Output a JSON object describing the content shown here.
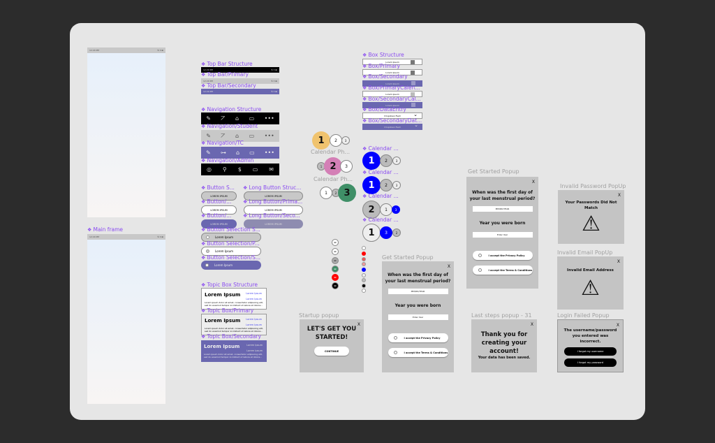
{
  "frames": {
    "status_time": "12:29 PM",
    "status_icons": "⇅ ▾ ▬",
    "main_frame_label": "Main frame"
  },
  "topbar": {
    "labels": [
      "Top Bar Structure",
      "Top Bar/Primary",
      "Top Bar/Secondary"
    ],
    "time": "12:29 PM",
    "icons": "⇅ ▾ ▬"
  },
  "navigation": {
    "labels": [
      "Navigation Structure",
      "Navigation/Student",
      "Navigation/TC",
      "Navigation/Admin"
    ],
    "student_icons": [
      "✎",
      "⦢",
      "⌂",
      "▭",
      "•••"
    ],
    "tc_icons": [
      "✎",
      "⊶",
      "⌂",
      "▭",
      "•••"
    ],
    "admin_icons": [
      "◎",
      "⚲",
      "$",
      "▭",
      "✉"
    ]
  },
  "buttons": {
    "labels": [
      "Button S...",
      "Button/...",
      "Button/..."
    ],
    "long_labels": [
      "Long Button Struc...",
      "Long Button/Prima...",
      "Long Button/Seco..."
    ],
    "text": "LOREM IPSUM"
  },
  "selection": {
    "labels": [
      "Button Selection S...",
      "Button Selection/P...",
      "Button Selection/S..."
    ],
    "text": "Lorem Ipsum"
  },
  "topic": {
    "labels": [
      "Topic Box Structure",
      "Topic Box/Primary",
      "Topic Box/Secondary"
    ],
    "title": "Lorem Ipsum",
    "link": "Lorem Ipsum",
    "body": "Lorem ipsum dolor sit amet, consectetur adipiscing elit, sed do eiusmod tempor incididunt ut labore et dolore..."
  },
  "calendar_phase": {
    "label": "Calendar Ph...",
    "n1": "1",
    "n2": "2",
    "n3": "3"
  },
  "boxes": {
    "labels": [
      "Box Structure",
      "Box/Primary",
      "Box/Secondary",
      "Box/PrimaryCalen...",
      "Box/SecondaryCal...",
      "Box/DataEntry",
      "Box/SecondaryDat..."
    ],
    "text": "Lorem Ipsum",
    "dropdown": "Dropdown Field",
    "chevron": "⌄"
  },
  "calendar": {
    "label": "Calendar ..."
  },
  "level_icon": "LI",
  "colors": {
    "purple": "#6a67b0",
    "yellow": "#f0c36e",
    "pink": "#d47fb6",
    "green": "#3f8f67",
    "blue": "#0000ff"
  },
  "startup": {
    "title": "Startup popup",
    "heading": "LET'S GET YOU STARTED!",
    "button": "CONTINUE",
    "close": "X"
  },
  "get_started": {
    "title": "Get Started Popup",
    "q1": "When was the first day of your last menstrual period?",
    "date_ph": "MM/DD/YEAR",
    "q2": "Year you were born",
    "year_ph": "Enter Year",
    "privacy": "I accept the Privacy Policy",
    "terms": "I accept the Terms & Conditions",
    "close": "X"
  },
  "last_steps": {
    "title": "Last steps popup - 31",
    "heading": "Thank you for creating your account!",
    "sub": "Your data has been saved.",
    "close": "X"
  },
  "invalid_password": {
    "title": "Invalid Password PopUp",
    "text": "Your Passwords Did Not Match",
    "close": "X"
  },
  "invalid_email": {
    "title": "Invalid Email PopUp",
    "text": "Invalid Email Address",
    "close": "X"
  },
  "login_failed": {
    "title": "Login Failed Popup",
    "text": "The username/password you entered was incorrect.",
    "forgot_user": "I forgot my username",
    "forgot_pass": "I forgot my password",
    "close": "X"
  },
  "warning_icon": "⚠"
}
